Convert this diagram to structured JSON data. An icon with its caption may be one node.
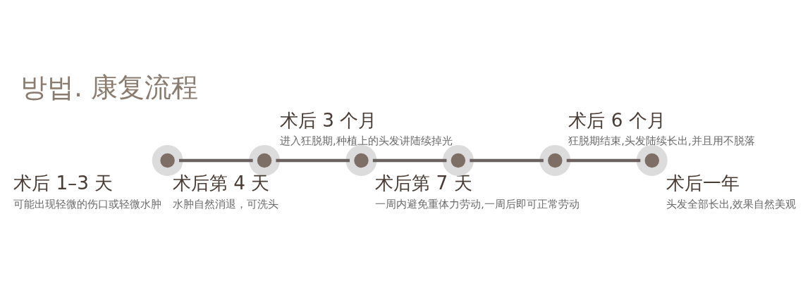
{
  "diagram": {
    "title": "방법. 康复流程",
    "nodes": [
      {
        "text": [],
        "shape": "circle",
        "beside": [
          "术后 1–3 天",
          "可能出现轻微的伤口或轻微水肿"
        ]
      },
      {
        "text": [],
        "shape": "circle",
        "beside": [
          "术后第 4 天",
          "水肿自然消退，可洗头"
        ]
      },
      {
        "text": [],
        "shape": "circle",
        "beside": [
          "术后第 7 天",
          "一周内避免重体力劳动,一周后即可正常劳动"
        ]
      },
      {
        "text": [],
        "shape": "circle",
        "beside": [
          "术后 3 个月",
          "进入狂脱期,种植上的头发讲陆续掉光"
        ]
      },
      {
        "text": [],
        "shape": "circle",
        "beside": [
          "术后 6 个月",
          "狂脱期结束,头发陆续长出,并且用不脱落"
        ]
      },
      {
        "text": [],
        "shape": "circle",
        "beside": [
          "术后一年",
          "头发全部长出,效果自然美观"
        ]
      }
    ],
    "edges": [
      {
        "from": 0,
        "to": 1,
        "arrow": "none"
      },
      {
        "from": 1,
        "to": 2,
        "arrow": "none"
      },
      {
        "from": 2,
        "to": 3,
        "arrow": "none"
      },
      {
        "from": 3,
        "to": 4,
        "arrow": "none"
      },
      {
        "from": 4,
        "to": 5,
        "arrow": "none"
      }
    ]
  }
}
